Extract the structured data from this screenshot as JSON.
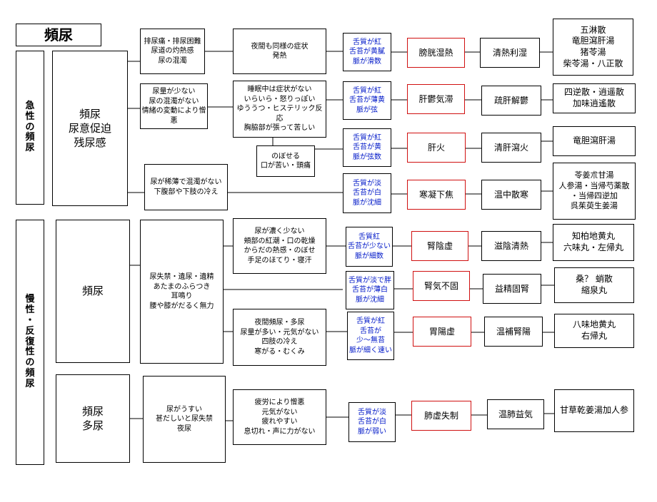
{
  "title": "頻尿",
  "sections": {
    "acute_label": "急\n性\nの\n頻\n尿",
    "chronic_label": "慢\n性\n・\n反\n復\n性\nの\n頻\n尿"
  },
  "acute": {
    "main": "頻尿\n尿意促迫\n残尿感",
    "causes": {
      "c1": "排尿痛・排尿困難\n尿道の灼熱感\n尿の混濁",
      "c2": "尿量が少ない\n尿の混濁がない\n情緒の変動により憎悪",
      "c3": "尿が稀薄で混濁がない\n下腹部や下肢の冷え"
    },
    "symptoms": {
      "s1": "夜間も同様の症状\n発熱",
      "s2": "睡眠中は症状がない\nいらいら・怒りっぽい\nゆううつ・ヒステリック反応\n胸脇部が張って苦しい",
      "s3": "のぼせる\n口が苦い・頭痛"
    },
    "tongue": {
      "t1": "舌質が紅\n舌苔が黄膩\n脈が滑数",
      "t2": "舌質が紅\n舌苔が薄黄\n脈が弦",
      "t3": "舌質が紅\n舌苔が黄\n脈が弦数",
      "t4": "舌質が淡\n舌苔が白\n脈が沈細"
    },
    "patterns": {
      "p1": "膀胱湿熱",
      "p2": "肝鬱気滞",
      "p3": "肝火",
      "p4": "寒凝下焦"
    },
    "treatments": {
      "r1": "清熱利湿",
      "r2": "疏肝解鬱",
      "r3": "清肝瀉火",
      "r4": "温中散寒"
    },
    "formulas": {
      "f1": "五淋散\n竜胆瀉肝湯\n猪苓湯\n柴苓湯・八正散",
      "f2": "四逆散・逍遥散\n加味逍遙散",
      "f3": "竜胆瀉肝湯",
      "f4": "苓姜朮甘湯\n人参湯・当帰芍薬散\n・当帰四逆加\n呉茱萸生姜湯"
    }
  },
  "chronic1": {
    "main": "頻尿",
    "cause": "尿失禁・遺尿・遺精\nあたまのふらつき\n耳鳴り\n腰や膝がだるく無力",
    "symptoms": {
      "s1": "尿が濃く少ない\n頬部の紅潮・口の乾燥\nからだの熱感・のぼせ\n手足のほてり・寝汗",
      "s2": "夜間頻尿・多尿\n尿量が多い・元気がない\n四肢の冷え\n寒がる・むくみ"
    },
    "tongue": {
      "t1": "舌質紅\n舌苔が少ない\n脈が細数",
      "t2": "舌質が淡で胖\n舌苔が薄白\n脈が沈細",
      "t3": "舌質が紅\n舌苔が\n少～無苔\n脈が細く速い"
    },
    "patterns": {
      "p1": "腎陰虚",
      "p2": "腎気不固",
      "p3": "胃陽虚"
    },
    "treatments": {
      "r1": "滋陰清熱",
      "r2": "益精固腎",
      "r3": "温補腎陽"
    },
    "formulas": {
      "f1": "知柏地黄丸\n六味丸・左帰丸",
      "f2": "桑？ 蛸散\n縮泉丸",
      "f3": "八味地黄丸\n右帰丸"
    }
  },
  "chronic2": {
    "main": "頻尿\n多尿",
    "cause": "尿がうすい\n甚だしいと尿失禁\n夜尿",
    "symptom": "疲労により憎悪\n元気がない\n疲れやすい\n息切れ・声に力がない",
    "tongue": "舌質が淡\n舌苔が白\n脈が弱い",
    "pattern": "肺虚失制",
    "treatment": "温肺益気",
    "formula": "甘草乾姜湯加人参"
  },
  "colors": {
    "tongue_text": "#0018c8",
    "pattern_border": "#d01010",
    "line": "#000000"
  }
}
